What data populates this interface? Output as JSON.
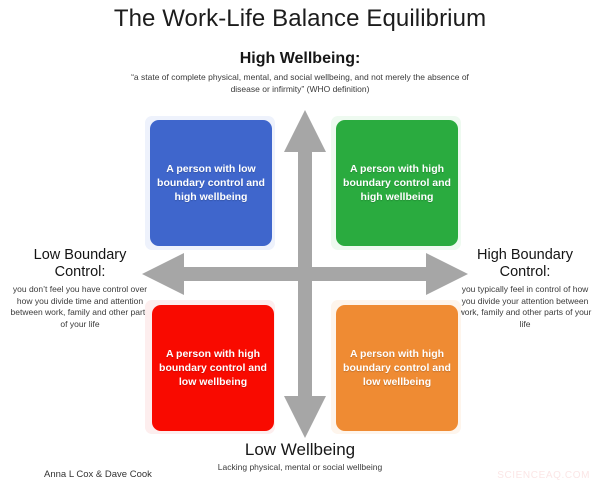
{
  "title": "The Work-Life Balance Equilibrium",
  "axes": {
    "top": {
      "title": "High Wellbeing:",
      "description": "“a state of complete physical, mental, and social wellbeing, and not merely the absence of disease or infirmity” (WHO definition)"
    },
    "bottom": {
      "title": "Low Wellbeing",
      "description": "Lacking physical, mental or social wellbeing"
    },
    "left": {
      "title": "Low Boundary Control:",
      "description": "you don’t feel you have control over how you divide time and attention between work, family and other parts of your life"
    },
    "right": {
      "title": "High Boundary Control:",
      "description": "you typically feel in control of how you divide your attention between work, family and other parts of your life"
    }
  },
  "quadrants": [
    {
      "id": "top-left",
      "label": "A person with low boundary control and high wellbeing",
      "color": "#3f66cc",
      "glow": "#eef2fc"
    },
    {
      "id": "top-right",
      "label": "A person with high boundary control and high wellbeing",
      "color": "#2aab3f",
      "glow": "#eefaf0"
    },
    {
      "id": "bottom-left",
      "label": "A person with high boundary control and low wellbeing",
      "color": "#f90a00",
      "glow": "#fdeeee"
    },
    {
      "id": "bottom-right",
      "label": "A person with high boundary control and low wellbeing",
      "color": "#ef8b33",
      "glow": "#fef5ec"
    }
  ],
  "arrows": {
    "color": "#a6a6a6",
    "vertical_icon": "double-arrow-vertical-icon",
    "horizontal_icon": "double-arrow-horizontal-icon"
  },
  "footer": {
    "credit": "Anna L Cox & Dave Cook",
    "watermark": "SCIENCEAQ.COM",
    "watermark_color": "#fbe6e6"
  }
}
